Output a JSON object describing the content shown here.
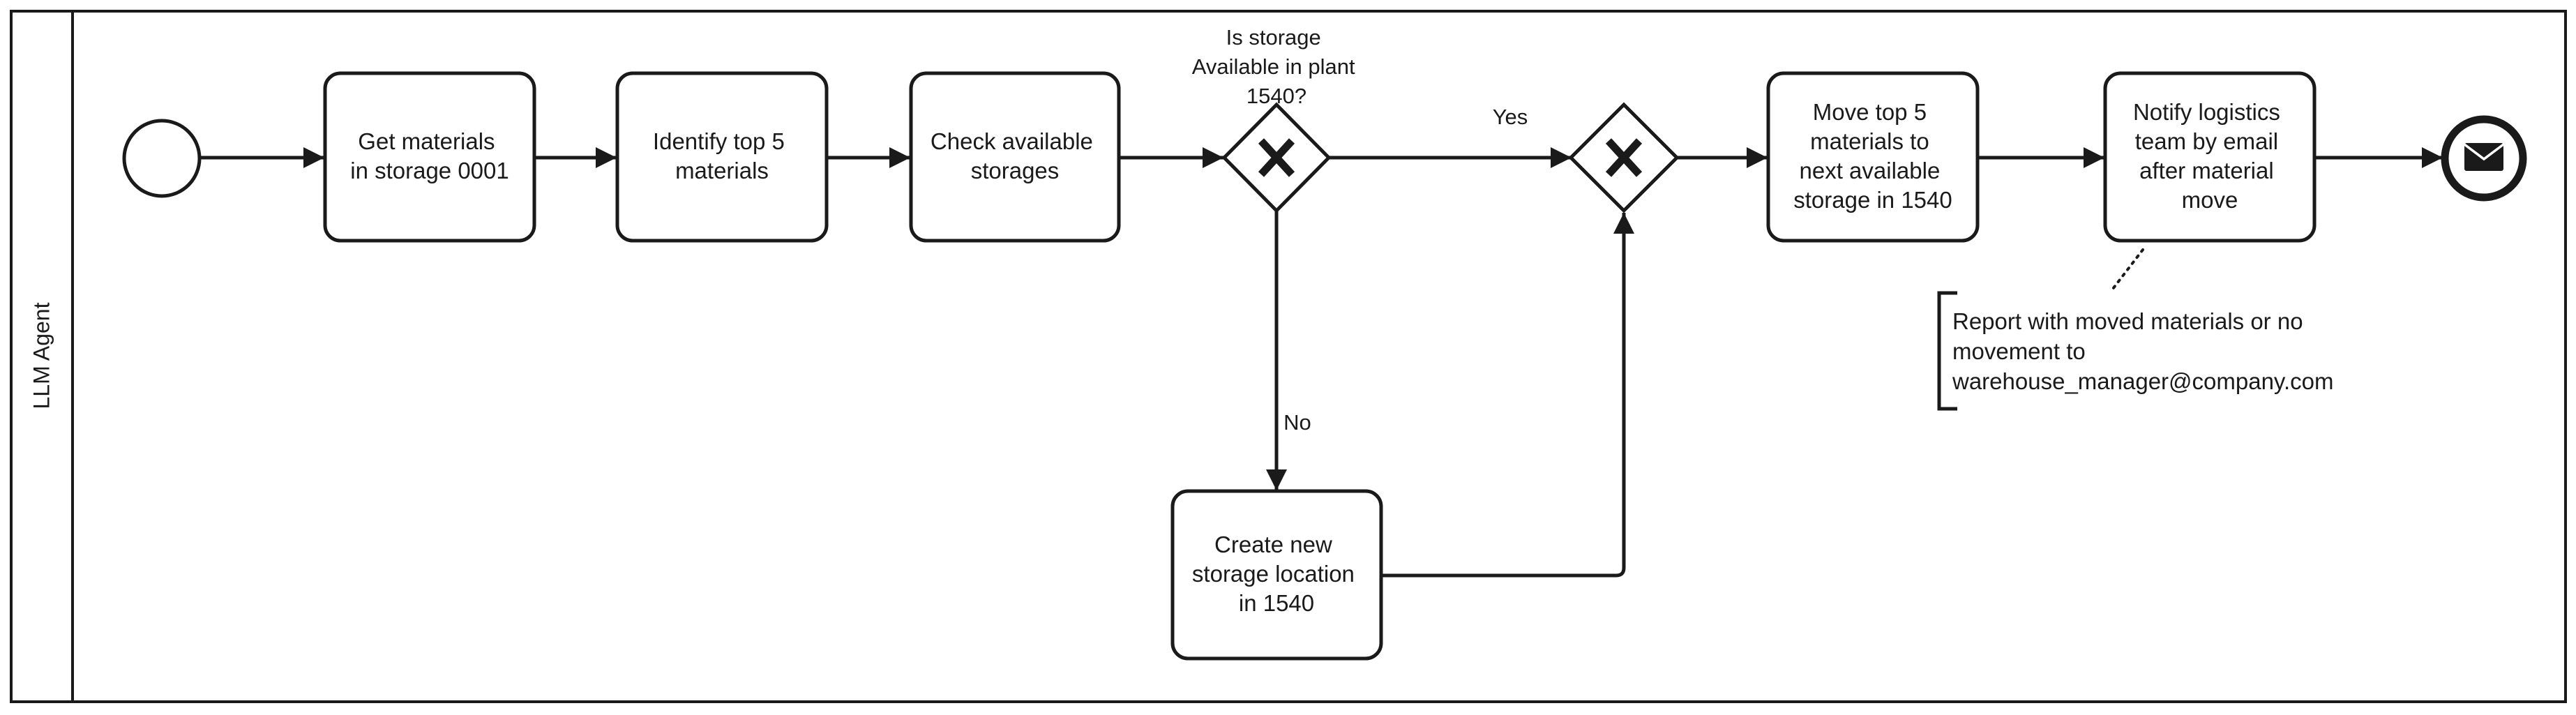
{
  "pool": {
    "lane_label": "LLM Agent"
  },
  "tasks": {
    "get_materials": [
      "Get materials",
      "in storage 0001"
    ],
    "identify_top5": [
      "Identify top 5",
      "materials"
    ],
    "check_storages": [
      "Check available",
      "storages"
    ],
    "create_storage": [
      "Create new",
      "storage location",
      "in 1540"
    ],
    "move_materials": [
      "Move top 5",
      "materials to",
      "next available",
      "storage in 1540"
    ],
    "notify_team": [
      "Notify logistics",
      "team by email",
      "after material",
      "move"
    ]
  },
  "gateways": {
    "storage_check_question": [
      "Is storage",
      "Available in plant",
      "1540?"
    ],
    "yes_label": "Yes",
    "no_label": "No"
  },
  "annotation": {
    "lines": [
      "Report with moved materials or no",
      "movement to",
      "warehouse_manager@company.com"
    ]
  },
  "icons": {
    "start_event": "start-event-circle",
    "end_event": "message-end-event-envelope",
    "gateway": "exclusive-gateway-x"
  },
  "colors": {
    "stroke": "#1a1a1a",
    "fill": "#ffffff"
  }
}
